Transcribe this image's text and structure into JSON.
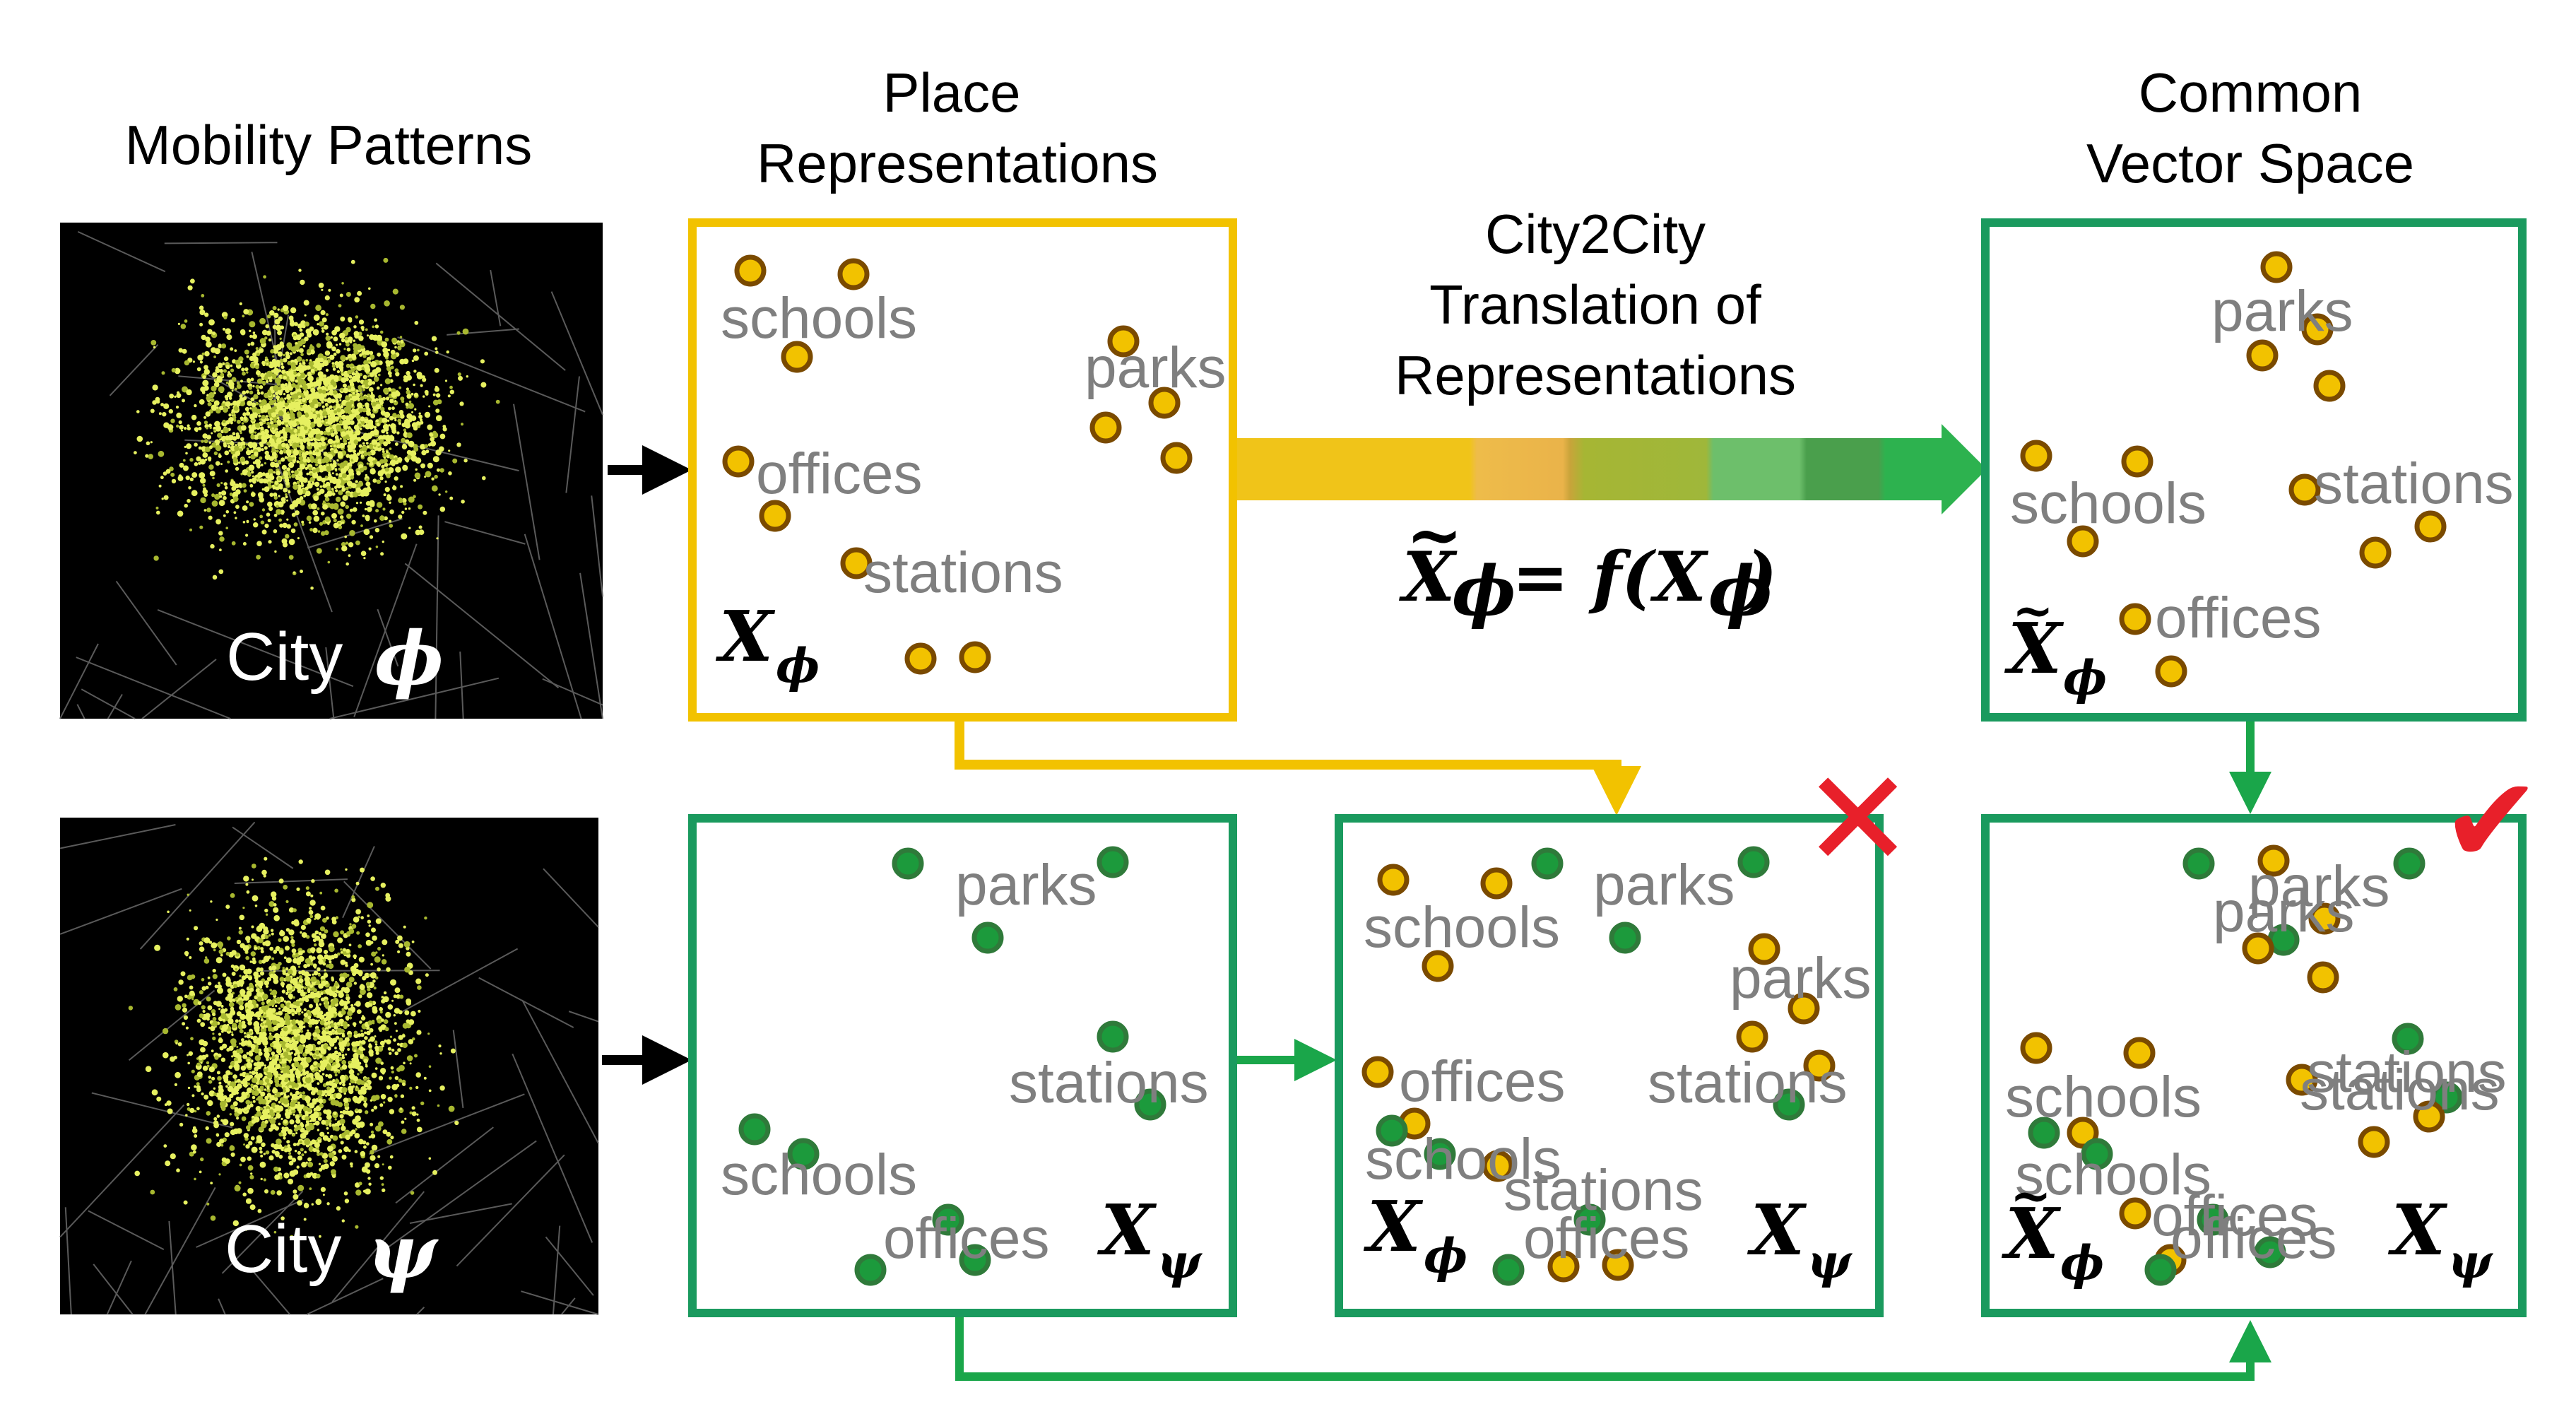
{
  "headers": {
    "mobility": "Mobility Patterns",
    "place_line1": "Place",
    "place_line2": "Representations",
    "translation_line1": "City2City",
    "translation_line2": "Translation of",
    "translation_line3": "Representations",
    "common_line1": "Common",
    "common_line2": "Vector Space"
  },
  "cities": {
    "phi_word": "City",
    "phi_symbol": "ϕ",
    "psi_word": "City",
    "psi_symbol": "ψ"
  },
  "categories": {
    "schools": "schools",
    "parks": "parks",
    "offices": "offices",
    "stations": "stations"
  },
  "math": {
    "x": "X",
    "phi": "ϕ",
    "psi": "ψ",
    "tilde": "~",
    "equation_rhs": "= f(X"
  },
  "marks": {
    "fail": "✕",
    "success": "✔"
  },
  "colors": {
    "yellow": "#f2c200",
    "green": "#1a9a5e",
    "dot_yellow": "#f2c200",
    "dot_green": "#1c9a3c",
    "dot_ring": "#7a4a00",
    "cross": "#e8202a",
    "check": "#e8202a"
  }
}
